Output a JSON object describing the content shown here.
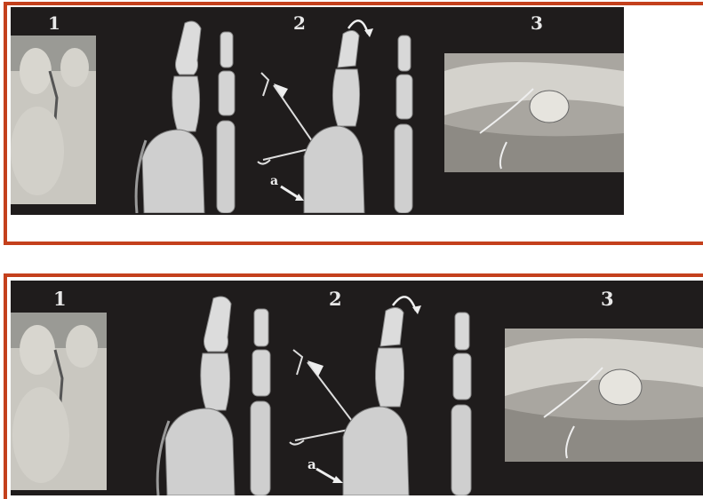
{
  "figures": [
    {
      "labels": [
        "1",
        "2",
        "3"
      ],
      "annotation": "a"
    },
    {
      "labels": [
        "1",
        "2",
        "3"
      ],
      "annotation": "a"
    }
  ],
  "colors": {
    "frame": "#c4401c",
    "background": "#1f1c1c",
    "bone": "#d9d9d9"
  }
}
